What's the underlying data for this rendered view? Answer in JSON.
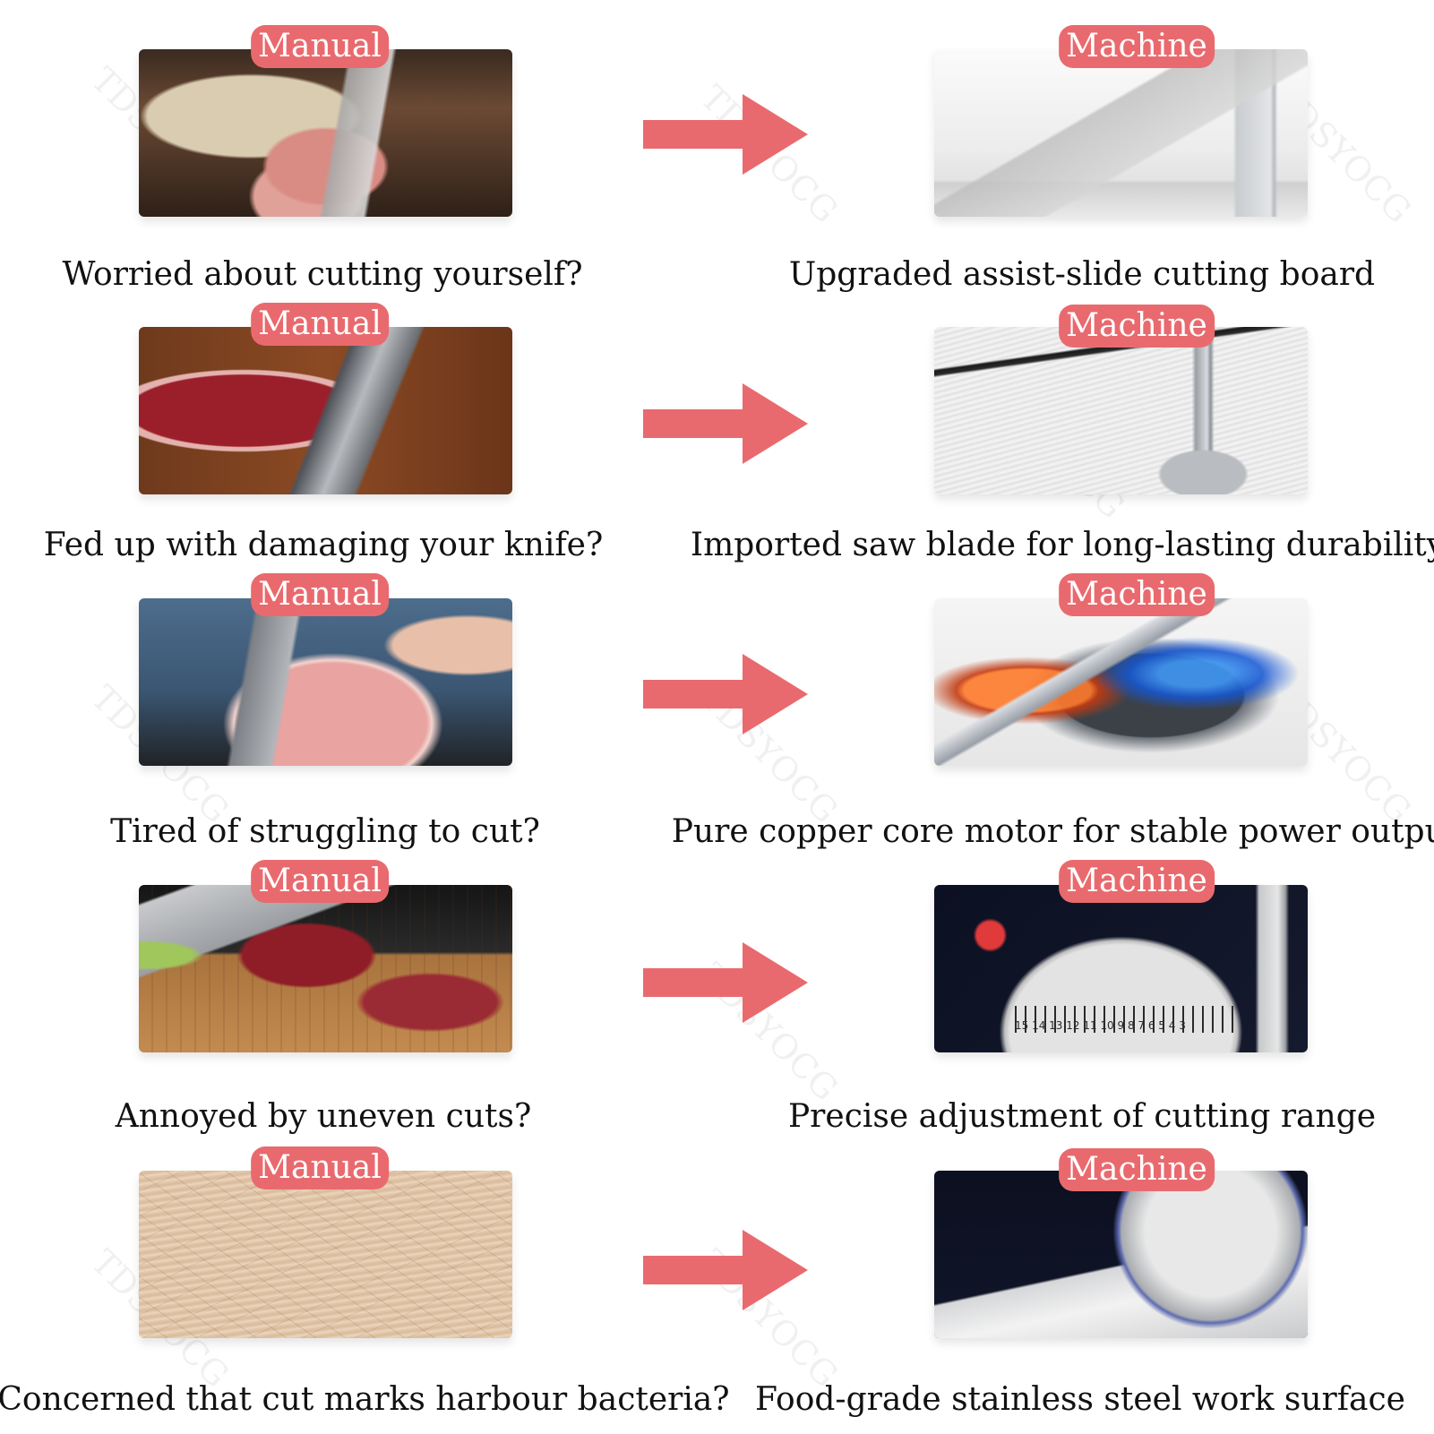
{
  "rows": [
    {
      "manual_badge": "Manual",
      "machine_badge": "Machine",
      "manual_caption": "Worried about cutting yourself?",
      "machine_caption": "Upgraded assist-slide cutting board",
      "manual_image": "butcher-knife-on-meat-photo",
      "machine_image": "slide-cutting-board-photo"
    },
    {
      "manual_badge": "Manual",
      "machine_badge": "Machine",
      "manual_caption": "Fed up with damaging your knife?",
      "machine_caption": "Imported saw blade for long-lasting durability",
      "manual_image": "beef-with-damascus-knife-photo",
      "machine_image": "saw-blade-closeup-photo"
    },
    {
      "manual_badge": "Manual",
      "machine_badge": "Machine",
      "manual_caption": "Tired of struggling to cut?",
      "machine_caption": "Pure copper core motor for stable power output",
      "manual_image": "hands-cutting-pork-photo",
      "machine_image": "copper-motor-render"
    },
    {
      "manual_badge": "Manual",
      "machine_badge": "Machine",
      "manual_caption": "Annoyed by uneven cuts?",
      "machine_caption": "Precise adjustment of cutting range",
      "manual_image": "knife-slicing-steak-photo",
      "machine_image": "thickness-scale-dial-photo",
      "machine_scale_text": "15 14 13 12 11 10 9 8 7 6 5 4 3"
    },
    {
      "manual_badge": "Manual",
      "machine_badge": "Machine",
      "manual_caption": "Concerned that cut marks harbour bacteria?",
      "machine_caption": "Food-grade stainless steel work surface",
      "manual_image": "scratched-wooden-board-photo",
      "machine_image": "stainless-steel-surface-photo"
    }
  ],
  "watermark": "TDSYOCG",
  "colors": {
    "badge": "#e96a6e",
    "arrow": "#e96a6e",
    "caption": "#111111",
    "background": "#ffffff"
  }
}
